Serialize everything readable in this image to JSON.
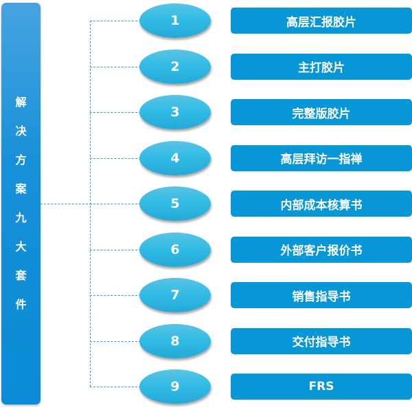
{
  "title_chars": [
    "解",
    "决",
    "方",
    "案",
    "九",
    "大",
    "套",
    "件"
  ],
  "items": [
    {
      "num": "1",
      "label": "高层汇报胶片"
    },
    {
      "num": "2",
      "label": "主打胶片"
    },
    {
      "num": "3",
      "label": "完整版胶片"
    },
    {
      "num": "4",
      "label": "高层拜访一指禅"
    },
    {
      "num": "5",
      "label": "内部成本核算书"
    },
    {
      "num": "6",
      "label": "外部客户报价书"
    },
    {
      "num": "7",
      "label": "销售指导书"
    },
    {
      "num": "8",
      "label": "交付指导书"
    },
    {
      "num": "9",
      "label": "FRS"
    }
  ]
}
